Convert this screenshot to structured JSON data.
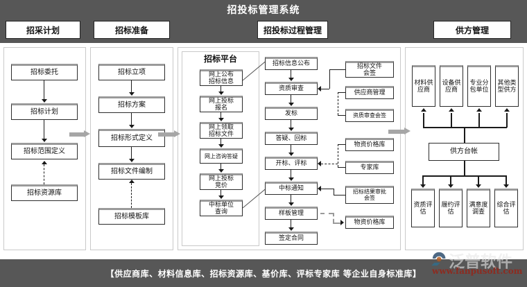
{
  "header": {
    "system_title": "招投标管理系统",
    "tabs": [
      {
        "label": "招采计划"
      },
      {
        "label": "招标准备"
      },
      {
        "label": "招投标过程管理"
      },
      {
        "label": "供方管理"
      }
    ]
  },
  "panel1": {
    "nodes": [
      {
        "label": "招标委托"
      },
      {
        "label": "招标计划"
      },
      {
        "label": "招标范围定义"
      },
      {
        "label": "招标资源库"
      }
    ]
  },
  "panel2": {
    "nodes": [
      {
        "label": "招标立项"
      },
      {
        "label": "招标方案"
      },
      {
        "label": "招标形式定义"
      },
      {
        "label": "招标文件编制"
      },
      {
        "label": "招标模板库"
      }
    ]
  },
  "panel3": {
    "platform": {
      "title": "招标平台",
      "nodes": [
        {
          "line1": "网上公布",
          "line2": "招标信息"
        },
        {
          "line1": "网上投标",
          "line2": "报名"
        },
        {
          "line1": "网上领取",
          "line2": "招标文件"
        },
        {
          "line1": "网上咨询答疑",
          "line2": ""
        },
        {
          "line1": "网上投标",
          "line2": "竞价"
        },
        {
          "line1": "中标单位",
          "line2": "查询"
        }
      ]
    },
    "process": {
      "nodes": [
        {
          "label": "招标信息公布"
        },
        {
          "label": "资质审查"
        },
        {
          "label": "发标"
        },
        {
          "label": "答疑、回标"
        },
        {
          "label": "开标、评标"
        },
        {
          "label": "中标通知"
        },
        {
          "label": "样板管理"
        },
        {
          "label": "签定合同"
        }
      ]
    },
    "support": {
      "nodes": [
        {
          "line1": "招标文件",
          "line2": "会签"
        },
        {
          "line1": "供应商管理",
          "line2": ""
        },
        {
          "line1": "资质审查会签",
          "line2": ""
        },
        {
          "line1": "物资价格库",
          "line2": ""
        },
        {
          "line1": "专家库",
          "line2": ""
        },
        {
          "line1": "招标结果审批",
          "line2": "会签"
        },
        {
          "line1": "物资价格库",
          "line2": ""
        }
      ]
    }
  },
  "panel4": {
    "suppliers": [
      {
        "label": "材料供应商"
      },
      {
        "label": "设备供应商"
      },
      {
        "label": "专业分包单位"
      },
      {
        "label": "其他类型供方"
      }
    ],
    "ledger": {
      "label": "供方台帐"
    },
    "evaluations": [
      {
        "label": "资质评估"
      },
      {
        "label": "履约评估"
      },
      {
        "label": "满意度调查"
      },
      {
        "label": "综合评估"
      }
    ]
  },
  "footer": {
    "text": "【供应商库、材料信息库、招标资源库、基价库、评标专家库 等企业自身标准库】"
  },
  "watermark": {
    "brand": "泛普软件",
    "url": "www.fanpusoft.com"
  },
  "colors": {
    "bar": "#575757",
    "node_border": "#2b2b2b",
    "node_top": "#9a9a9a",
    "arrow_gray": "#a6a6a6",
    "panel_border": "#c9c9c9"
  }
}
